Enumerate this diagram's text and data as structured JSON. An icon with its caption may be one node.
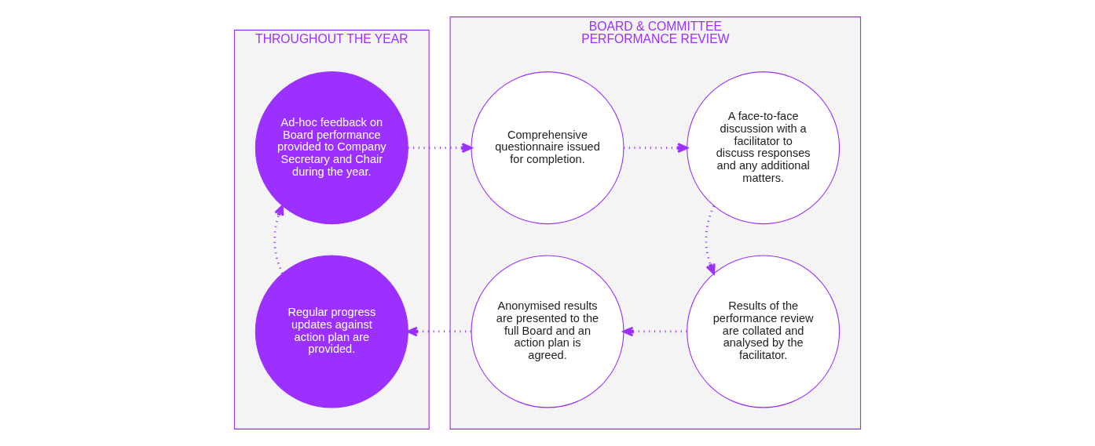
{
  "diagram": {
    "nodes": [
      {
        "text": [
          "THROUGHOUT THE YEAR"
        ]
      },
      {
        "text": [
          "Ad-hoc feedback on Board performance provided to Company Secretary and Chair during the year."
        ],
        "in": 0
      },
      {
        "text": [
          "Regular progress updates against action plan are provided."
        ],
        "in": 0
      },
      {
        "text": [
          "BOARD & COMMITTEE PERFORMANCE REVIEW"
        ]
      },
      {
        "text": [
          "Comprehensive questionnaire issued for completion."
        ],
        "in": 3
      },
      {
        "text": [
          "A face-to-face discussion with a facilitator to discuss responses and any additional matters."
        ],
        "in": 3
      },
      {
        "text": [
          "Anonymised results are presented to the full Board and an action plan is agreed."
        ],
        "in": 3
      },
      {
        "text": [
          "Results of the performance review are collated and analysed by the facilitator."
        ],
        "in": 3
      }
    ],
    "edges": [
      {
        "from": 1,
        "to": 4,
        "arrow": "to"
      },
      {
        "from": 4,
        "to": 5,
        "arrow": "to"
      },
      {
        "from": 5,
        "to": 7,
        "arrow": "to"
      },
      {
        "from": 7,
        "to": 6,
        "arrow": "to"
      },
      {
        "from": 6,
        "to": 2,
        "arrow": "to"
      },
      {
        "from": 2,
        "to": 1,
        "arrow": "to"
      }
    ]
  }
}
